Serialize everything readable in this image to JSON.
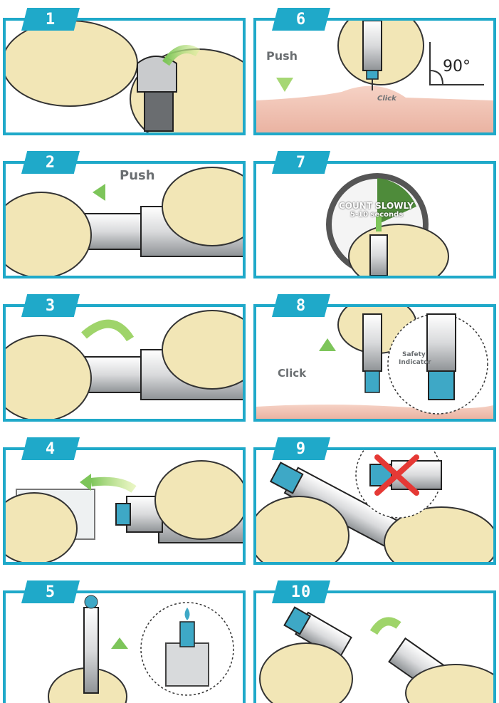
{
  "steps": [
    {
      "number": "1"
    },
    {
      "number": "2",
      "label": "Push"
    },
    {
      "number": "3"
    },
    {
      "number": "4"
    },
    {
      "number": "5"
    },
    {
      "number": "6",
      "label": "Push",
      "click_label": "Click",
      "angle": "90°"
    },
    {
      "number": "7",
      "timer_line1": "COUNT SLOWLY",
      "timer_line2": "5-10 seconds"
    },
    {
      "number": "8",
      "label": "Click",
      "indicator_label_1": "Safety",
      "indicator_label_2": "Indicator"
    },
    {
      "number": "9"
    },
    {
      "number": "10"
    }
  ],
  "colors": {
    "panel": "#1fa9c9",
    "glove": "#f2e6b6",
    "arrow": "#9fd46a",
    "skin": "#f3c7b8"
  }
}
